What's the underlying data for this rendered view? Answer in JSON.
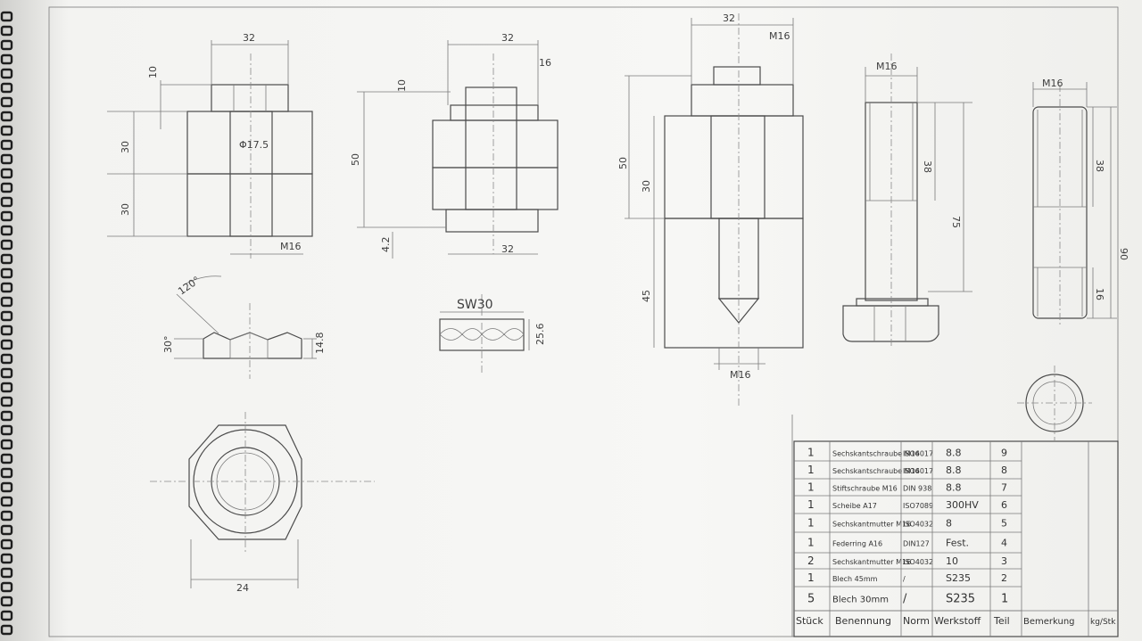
{
  "view_top_left": {
    "dims": {
      "width": "32",
      "head": "10",
      "plate_upper": "30",
      "plate_lower": "30",
      "bore": "Φ17.5",
      "thread": "M16"
    }
  },
  "view_top_middle": {
    "dims": {
      "width": "32",
      "nut": "16",
      "washer": "10",
      "grip": "50",
      "washer_bottom": "4.2",
      "bottom_width": "32"
    }
  },
  "view_top_right": {
    "dims": {
      "width": "32",
      "thread_top": "M16",
      "upper": "50",
      "plate": "30",
      "lower": "45",
      "thread_bottom": "M16"
    }
  },
  "view_bolt_side": {
    "dims": {
      "thread": "M16",
      "thread_len": "38",
      "length": "75"
    }
  },
  "view_stud": {
    "dims": {
      "thread": "M16",
      "top_thread": "38",
      "length": "90",
      "bottom_thread": "16"
    }
  },
  "view_washer": {
    "dims": {
      "angle": "120°",
      "chamfer": "30°",
      "height": "14.8"
    }
  },
  "view_nut_side": {
    "dims": {
      "across_flats": "SW30",
      "height": "25.6"
    }
  },
  "view_nut_top": {
    "dims": {
      "width": "24"
    }
  },
  "bom": {
    "rows": [
      {
        "qty": "1",
        "name": "Sechskantschraube M16",
        "norm": "ISO4017",
        "material": "8.8",
        "part": "9"
      },
      {
        "qty": "1",
        "name": "Sechskantschraube M16",
        "norm": "ISO4017",
        "material": "8.8",
        "part": "8"
      },
      {
        "qty": "1",
        "name": "Stiftschraube M16",
        "norm": "DIN 938",
        "material": "8.8",
        "part": "7"
      },
      {
        "qty": "1",
        "name": "Scheibe A17",
        "norm": "ISO7089",
        "material": "300HV",
        "part": "6"
      },
      {
        "qty": "1",
        "name": "Sechskantmutter M16",
        "norm": "ISO4032",
        "material": "8",
        "part": "5"
      },
      {
        "qty": "1",
        "name": "Federring A16",
        "norm": "DIN127",
        "material": "Fest.",
        "part": "4"
      },
      {
        "qty": "2",
        "name": "Sechskantmutter M16",
        "norm": "ISO4032",
        "material": "10",
        "part": "3"
      },
      {
        "qty": "1",
        "name": "Blech 45mm",
        "norm": "/",
        "material": "S235",
        "part": "2"
      },
      {
        "qty": "5",
        "name": "Blech 30mm",
        "norm": "/",
        "material": "S235",
        "part": "1"
      }
    ],
    "header": {
      "qty": "Stück",
      "name": "Benennung",
      "norm": "Norm",
      "material": "Werkstoff",
      "part": "Teil",
      "remark": "Bemerkung",
      "mass": "kg/Stk"
    }
  }
}
